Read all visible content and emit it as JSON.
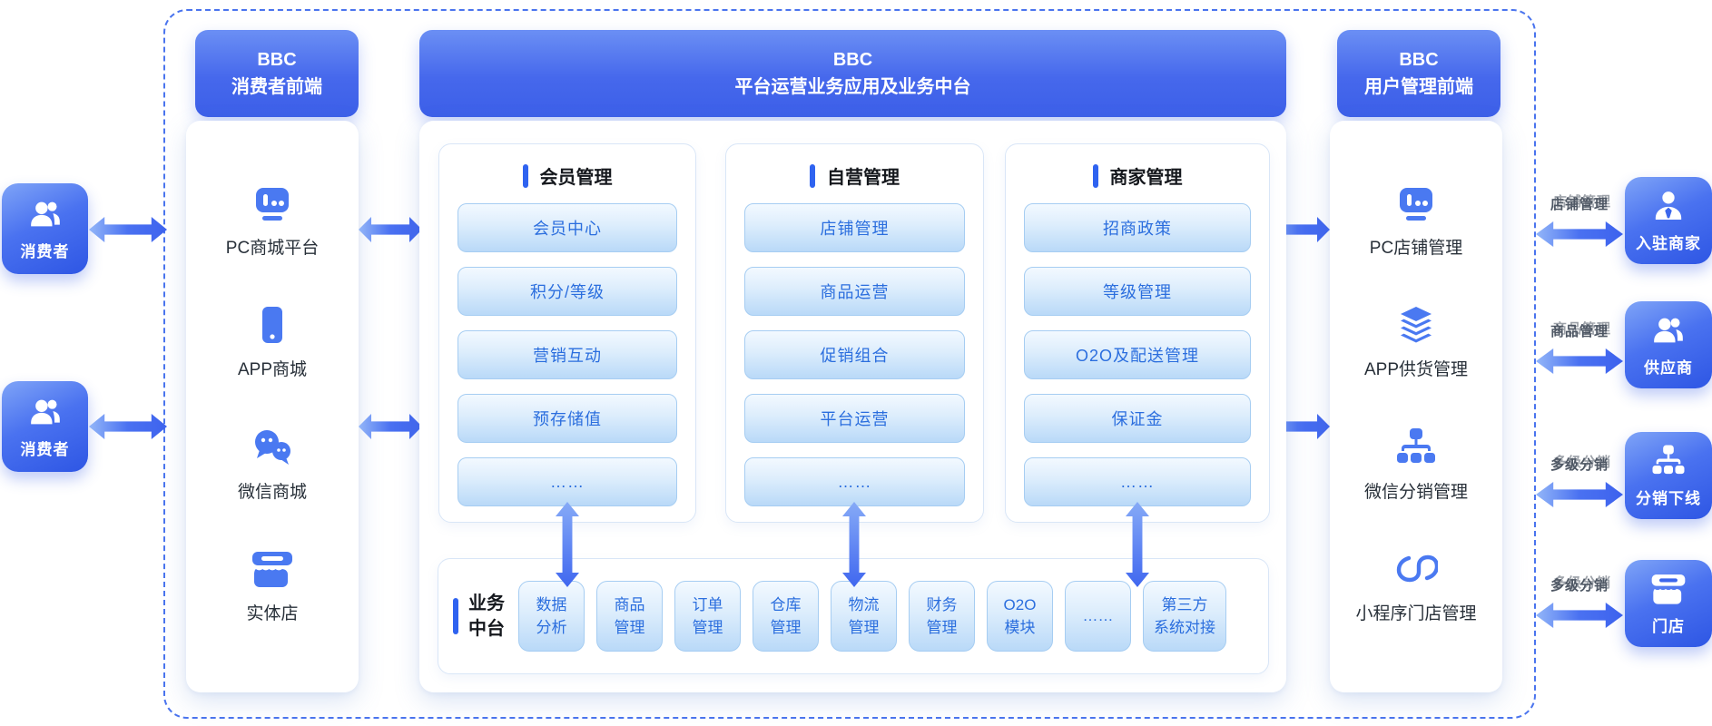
{
  "left_actors": {
    "a": {
      "label": "消费者"
    },
    "b": {
      "label": "消费者"
    }
  },
  "consumer_frontend": {
    "title_line1": "BBC",
    "title_line2": "消费者前端",
    "items": {
      "pc": {
        "label": "PC商城平台"
      },
      "app": {
        "label": "APP商城"
      },
      "wechat": {
        "label": "微信商城"
      },
      "store": {
        "label": "实体店"
      }
    }
  },
  "platform": {
    "title_line1": "BBC",
    "title_line2": "平台运营业务应用及业务中台",
    "columns": {
      "member": {
        "title": "会员管理",
        "items": {
          "i1": "会员中心",
          "i2": "积分/等级",
          "i3": "营销互动",
          "i4": "预存储值",
          "i5": "……"
        }
      },
      "self": {
        "title": "自营管理",
        "items": {
          "i1": "店铺管理",
          "i2": "商品运营",
          "i3": "促销组合",
          "i4": "平台运营",
          "i5": "……"
        }
      },
      "merchant": {
        "title": "商家管理",
        "items": {
          "i1": "招商政策",
          "i2": "等级管理",
          "i3": "O2O及配送管理",
          "i4": "保证金",
          "i5": "……"
        }
      }
    },
    "middle_platform": {
      "title": "业务\n中台",
      "chips": {
        "c1": "数据\n分析",
        "c2": "商品\n管理",
        "c3": "订单\n管理",
        "c4": "仓库\n管理",
        "c5": "物流\n管理",
        "c6": "财务\n管理",
        "c7": "O2O\n模块",
        "c8": "……",
        "c9": "第三方\n系统对接"
      }
    }
  },
  "user_frontend": {
    "title_line1": "BBC",
    "title_line2": "用户管理前端",
    "items": {
      "pc": {
        "label": "PC店铺管理"
      },
      "app": {
        "label": "APP供货管理"
      },
      "dist": {
        "label": "微信分销管理"
      },
      "mini": {
        "label": "小程序门店管理"
      }
    }
  },
  "right_actors": {
    "merchant": {
      "arrow_label": "店铺管理",
      "label": "入驻商家"
    },
    "supplier": {
      "arrow_label": "商品管理",
      "label": "供应商"
    },
    "distributor": {
      "arrow_label": "多级分销",
      "label": "分销下线"
    },
    "shop": {
      "arrow_label": "多级分销",
      "label": "门店"
    }
  },
  "colors": {
    "primary_blue": "#3d63ea",
    "dashed_border": "#4a74ee",
    "item_fill_top": "#f3f9ff",
    "item_fill_bottom": "#b9d9f8",
    "item_text": "#2b6ede"
  }
}
